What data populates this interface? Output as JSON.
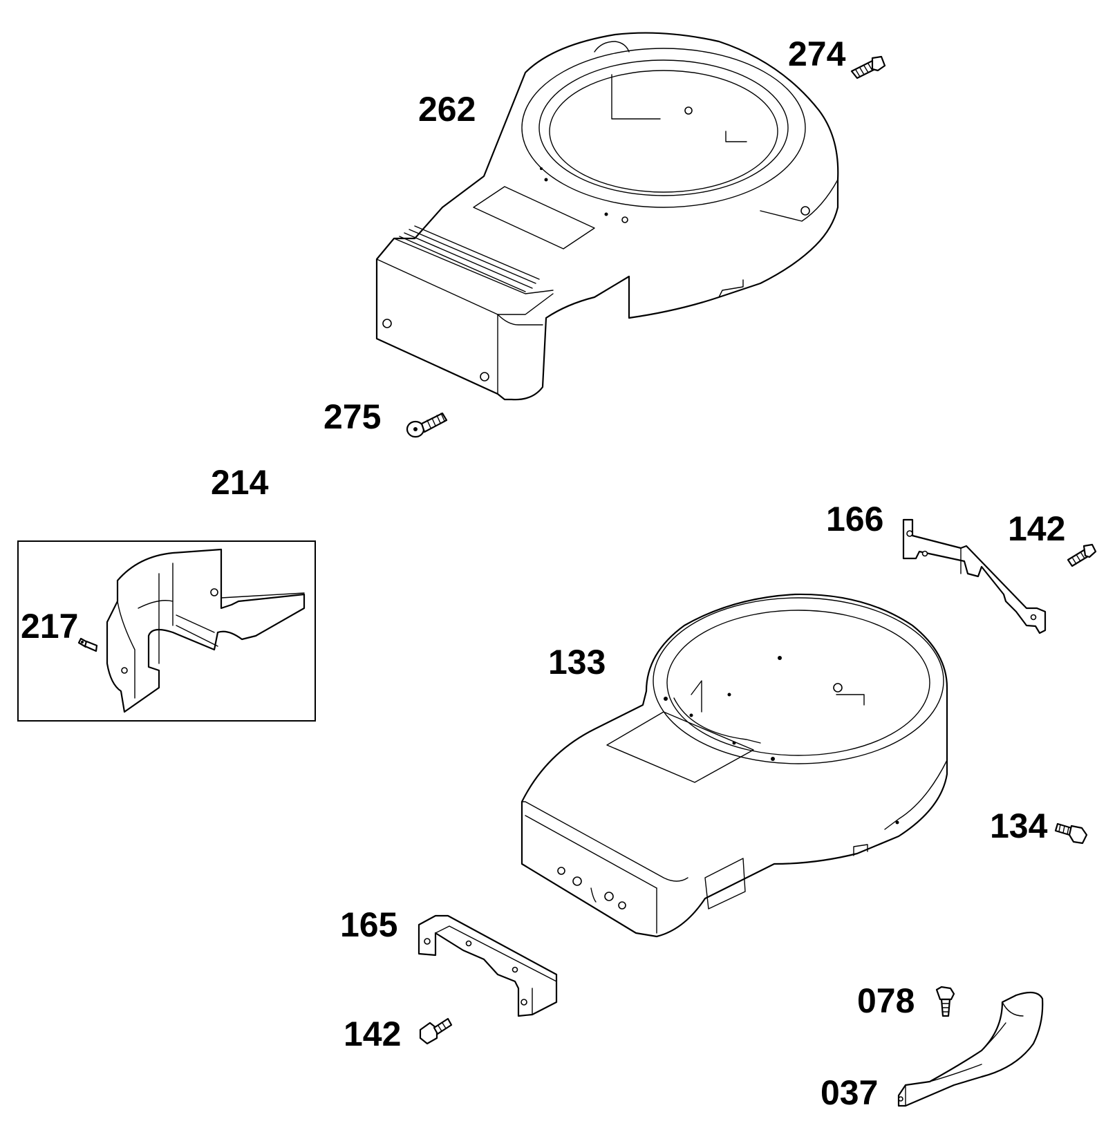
{
  "diagram": {
    "parts": [
      {
        "id": "274",
        "label": "274"
      },
      {
        "id": "262",
        "label": "262"
      },
      {
        "id": "275",
        "label": "275"
      },
      {
        "id": "214",
        "label": "214"
      },
      {
        "id": "217",
        "label": "217"
      },
      {
        "id": "166",
        "label": "166"
      },
      {
        "id": "142a",
        "label": "142"
      },
      {
        "id": "133",
        "label": "133"
      },
      {
        "id": "134",
        "label": "134"
      },
      {
        "id": "165",
        "label": "165"
      },
      {
        "id": "142b",
        "label": "142"
      },
      {
        "id": "078",
        "label": "078"
      },
      {
        "id": "037",
        "label": "037"
      }
    ]
  }
}
